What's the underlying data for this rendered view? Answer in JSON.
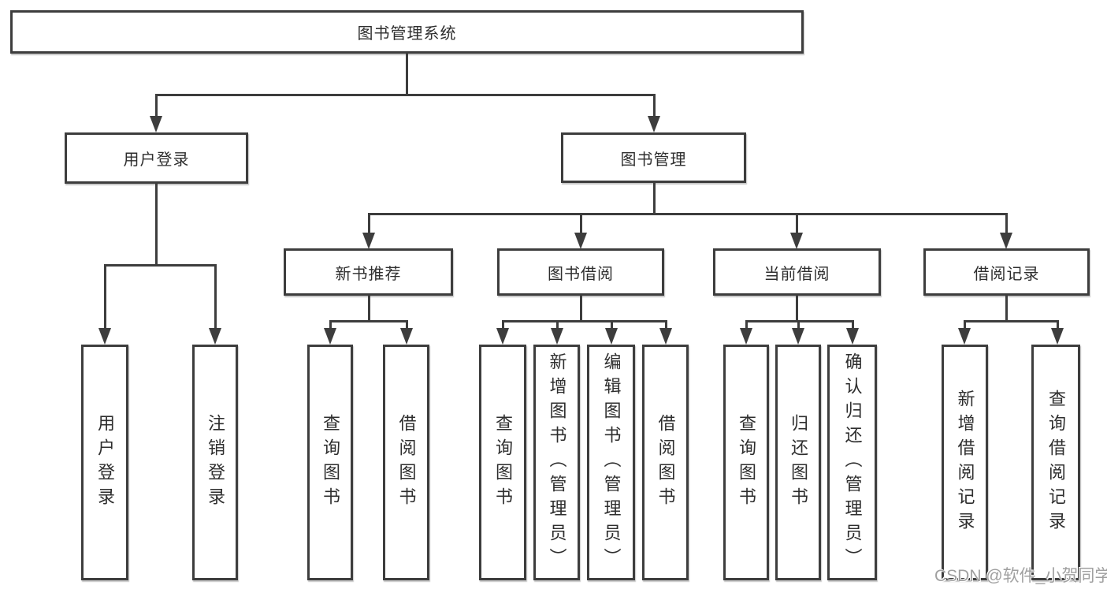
{
  "tree": {
    "root": "图书管理系统",
    "children": [
      {
        "label": "用户登录",
        "children": [
          "用户登录",
          "注销登录"
        ]
      },
      {
        "label": "图书管理",
        "children": [
          {
            "label": "新书推荐",
            "children": [
              "查询图书",
              "借阅图书"
            ]
          },
          {
            "label": "图书借阅",
            "children": [
              "查询图书",
              "新增图书（管理员）",
              "编辑图书（管理员）",
              "借阅图书"
            ]
          },
          {
            "label": "当前借阅",
            "children": [
              "查询图书",
              "归还图书",
              "确认归还（管理员）"
            ]
          },
          {
            "label": "借阅记录",
            "children": [
              "新增借阅记录",
              "查询借阅记录"
            ]
          }
        ]
      }
    ]
  },
  "watermark": {
    "text": "CSDN @软件_小贺同学"
  },
  "colors": {
    "line": "#3d3d3d",
    "text": "#2e2e2e",
    "watermark": "#a0a0a0",
    "background": "#ffffff"
  }
}
